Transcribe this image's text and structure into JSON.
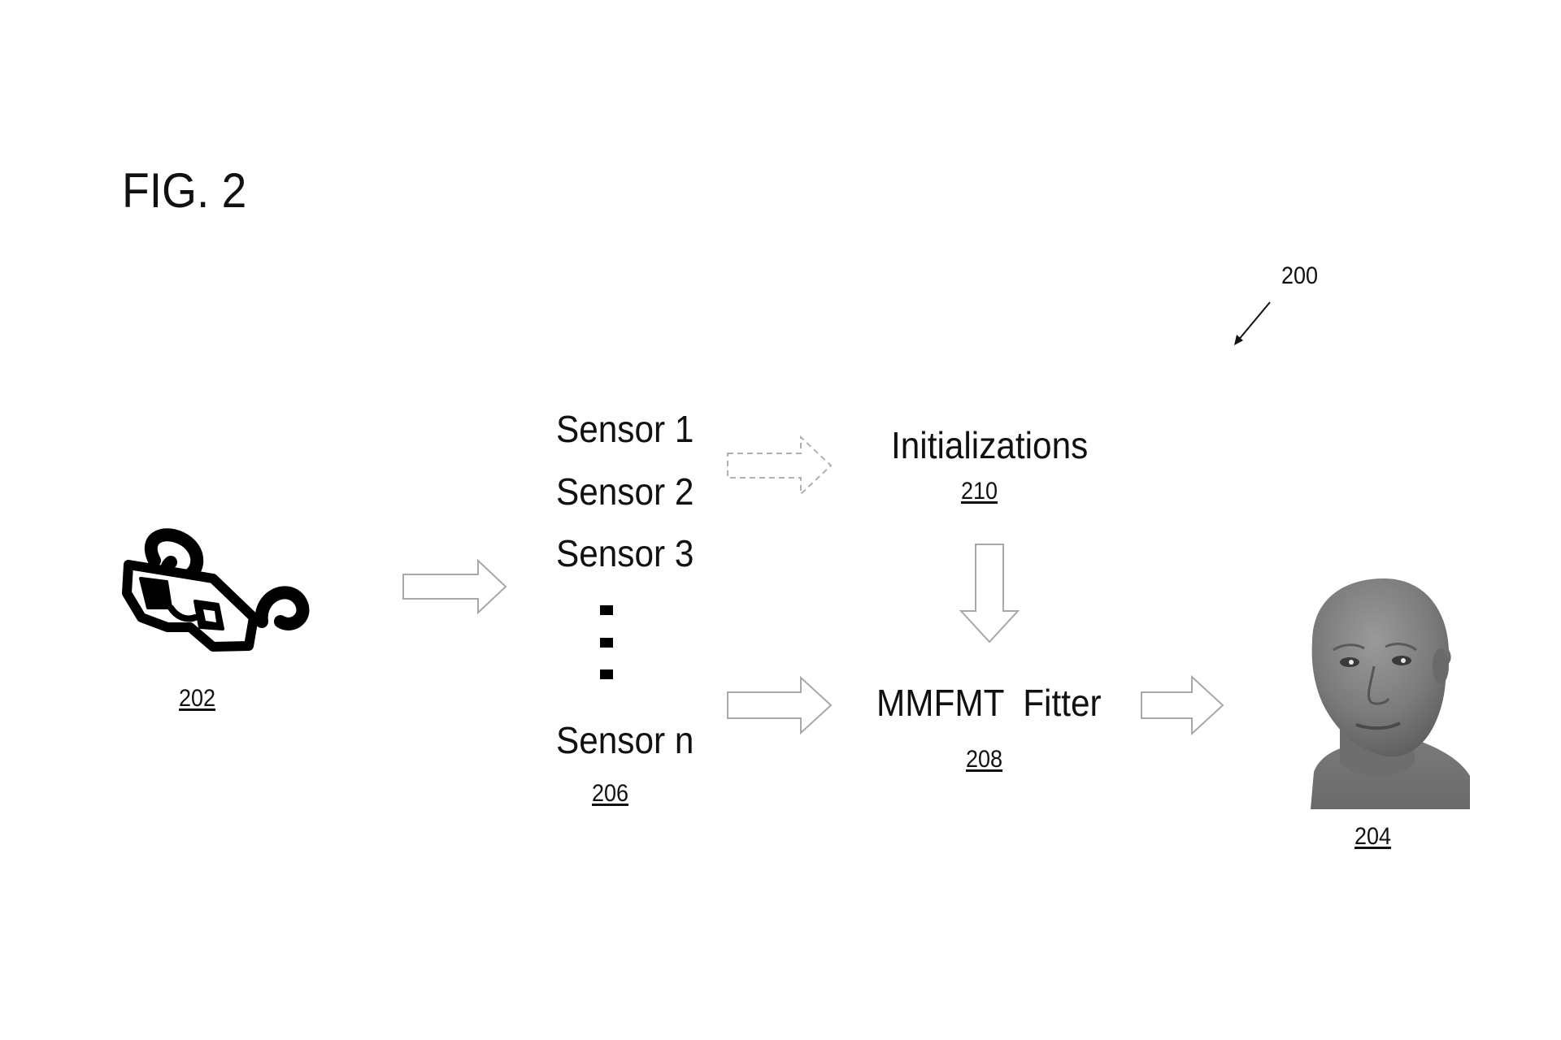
{
  "figure": {
    "title": "FIG. 2",
    "system_ref": "200"
  },
  "device": {
    "ref": "202",
    "icon": "3d-glasses-icon"
  },
  "sensors": {
    "items": [
      "Sensor 1",
      "Sensor 2",
      "Sensor 3",
      "Sensor n"
    ],
    "ref": "206"
  },
  "initializations": {
    "label": "Initializations",
    "ref": "210"
  },
  "fitter": {
    "label": "MMFMT  Fitter",
    "ref": "208"
  },
  "output": {
    "ref": "204",
    "icon": "3d-head-model-icon"
  }
}
